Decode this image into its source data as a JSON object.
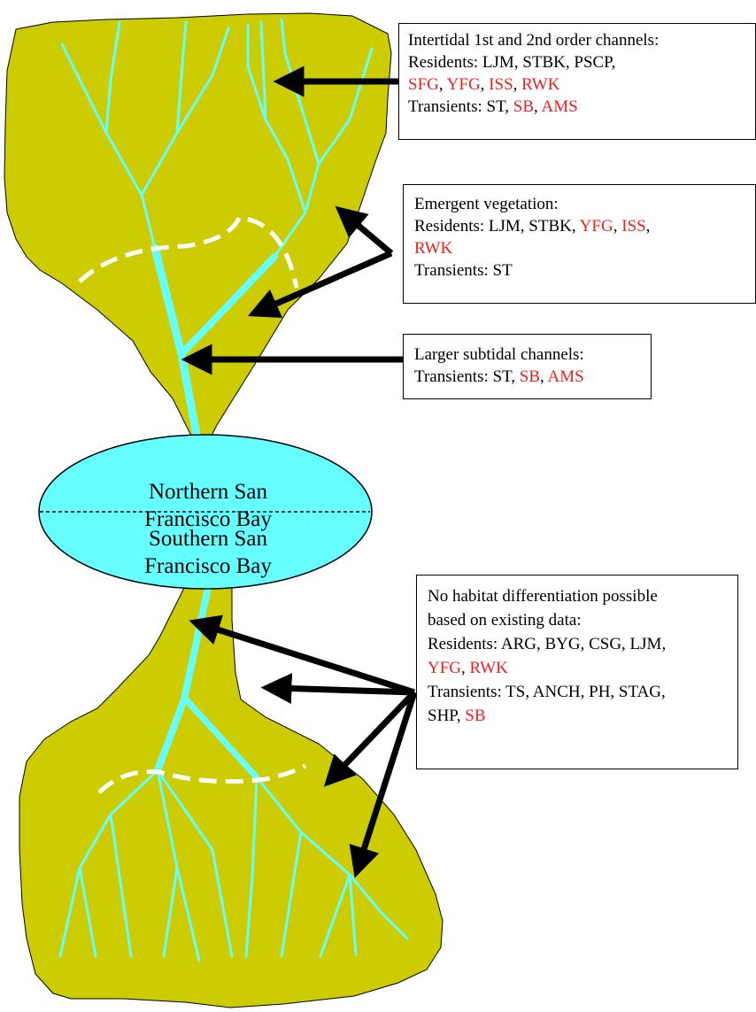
{
  "colors": {
    "marsh": "#cccc00",
    "channel": "#66ffff",
    "arrow": "#000000",
    "boundary_dashed": "#ffffff",
    "sensitive_species": "#e8231e"
  },
  "bay": {
    "north_label": [
      "Northern San",
      "Francisco Bay"
    ],
    "south_label": [
      "Southern San",
      "Francisco Bay"
    ]
  },
  "callouts": [
    {
      "id": "intertidal",
      "lines": [
        [
          {
            "t": "Intertidal 1st and 2nd order channels:"
          }
        ],
        [
          {
            "t": "Residents:    LJM, STBK, PSCP,"
          }
        ],
        [
          {
            "t": "SFG",
            "red": true
          },
          {
            "t": ", "
          },
          {
            "t": "YFG",
            "red": true
          },
          {
            "t": ", "
          },
          {
            "t": "ISS",
            "red": true
          },
          {
            "t": ", "
          },
          {
            "t": "RWK",
            "red": true
          }
        ],
        [
          {
            "t": "Transients: ST, "
          },
          {
            "t": "SB",
            "red": true
          },
          {
            "t": ", "
          },
          {
            "t": "AMS",
            "red": true
          }
        ]
      ]
    },
    {
      "id": "emergent",
      "lines": [
        [
          {
            "t": "Emergent vegetation:"
          }
        ],
        [
          {
            "t": "Residents: LJM, STBK, "
          },
          {
            "t": "YFG",
            "red": true
          },
          {
            "t": ", "
          },
          {
            "t": "ISS",
            "red": true
          },
          {
            "t": ","
          }
        ],
        [
          {
            "t": "RWK",
            "red": true
          }
        ],
        [
          {
            "t": "Transients: ST"
          }
        ]
      ]
    },
    {
      "id": "subtidal",
      "lines": [
        [
          {
            "t": "Larger subtidal channels:"
          }
        ],
        [
          {
            "t": "Transients: ST, "
          },
          {
            "t": "SB",
            "red": true
          },
          {
            "t": ", "
          },
          {
            "t": "AMS",
            "red": true
          }
        ]
      ]
    },
    {
      "id": "south",
      "lines": [
        [
          {
            "t": "No habitat differentiation possible"
          }
        ],
        [
          {
            "t": "based on existing data:"
          }
        ],
        [
          {
            "t": "Residents: ARG, BYG, CSG, LJM,"
          }
        ],
        [
          {
            "t": "YFG",
            "red": true
          },
          {
            "t": ", "
          },
          {
            "t": "RWK",
            "red": true
          }
        ],
        [
          {
            "t": "Transients: TS, ANCH, PH, STAG,"
          }
        ],
        [
          {
            "t": "SHP, "
          },
          {
            "t": "SB",
            "red": true
          }
        ]
      ]
    }
  ]
}
